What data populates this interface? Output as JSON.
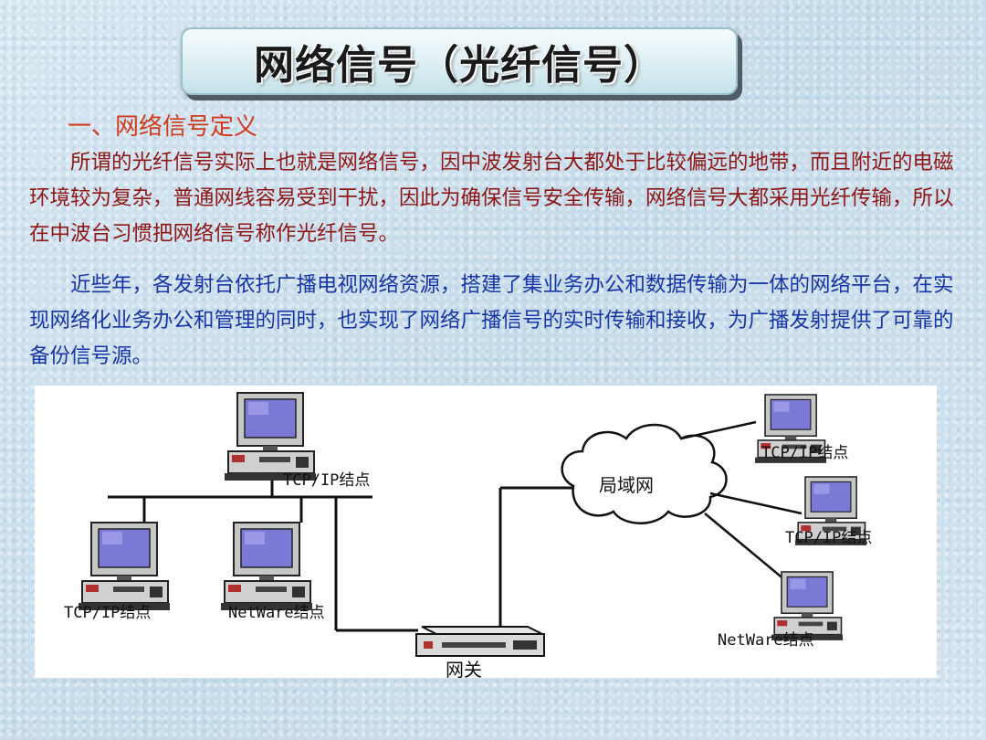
{
  "title": "网络信号（光纤信号）",
  "section": {
    "heading": "一、网络信号定义"
  },
  "paragraphs": {
    "definition": "所谓的光纤信号实际上也就是网络信号，因中波发射台大都处于比较偏远的地带，而且附近的电磁环境较为复杂，普通网线容易受到干扰，因此为确保信号安全传输，网络信号大都采用光纤传输，所以在中波台习惯把网络信号称作光纤信号。",
    "development": "近些年，各发射台依托广播电视网络资源，搭建了集业务办公和数据传输为一体的网络平台，在实现网络化业务办公和管理的同时，也实现了网络广播信号的实时传输和接收，为广播发射提供了可靠的备份信号源。"
  },
  "diagram": {
    "nodes": {
      "top_left": "TCP/IP结点",
      "bottom_left": "TCP/IP结点",
      "bottom_middle": "NetWare结点",
      "gateway": "网关",
      "cloud": "局域网",
      "right_top": "TCP/IP结点",
      "right_middle": "TCP/IP结点",
      "right_bottom": "NetWare结点"
    }
  }
}
